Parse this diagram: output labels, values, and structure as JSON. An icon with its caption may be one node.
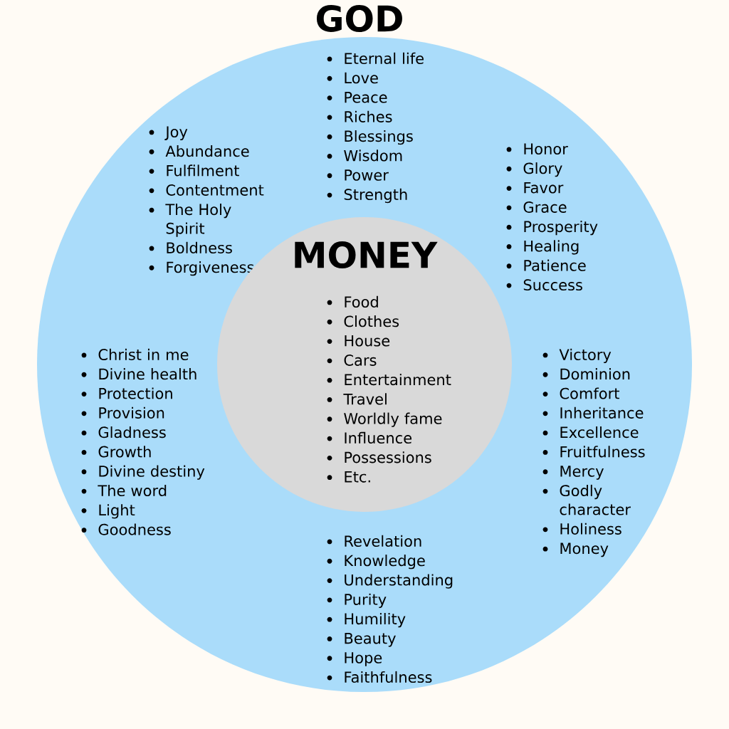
{
  "diagram": {
    "nodes": [
      {
        "text": [
          "GOD",
          "Eternal life",
          "Love",
          "Peace",
          "Riches",
          "Blessings",
          "Wisdom",
          "Power",
          "Strength",
          "Joy",
          "Abundance",
          "Fulfilment",
          "Contentment",
          "The Holy Spirit",
          "Boldness",
          "Forgiveness",
          "Honor",
          "Glory",
          "Favor",
          "Grace",
          "Prosperity",
          "Healing",
          "Patience",
          "Success",
          "Christ in me",
          "Divine health",
          "Protection",
          "Provision",
          "Gladness",
          "Growth",
          "Divine destiny",
          "The word",
          "Light",
          "Goodness",
          "Victory",
          "Dominion",
          "Comfort",
          "Inheritance",
          "Excellence",
          "Fruitfulness",
          "Mercy",
          "Godly character",
          "Holiness",
          "Money",
          "Revelation",
          "Knowledge",
          "Understanding",
          "Purity",
          "Humility",
          "Beauty",
          "Hope",
          "Faithfulness"
        ]
      },
      {
        "text": [
          "MONEY",
          "Food",
          "Clothes",
          "House",
          "Cars",
          "Entertainment",
          "Travel",
          "Worldly fame",
          "Influence",
          "Possessions",
          "Etc."
        ],
        "in": 0
      }
    ]
  }
}
